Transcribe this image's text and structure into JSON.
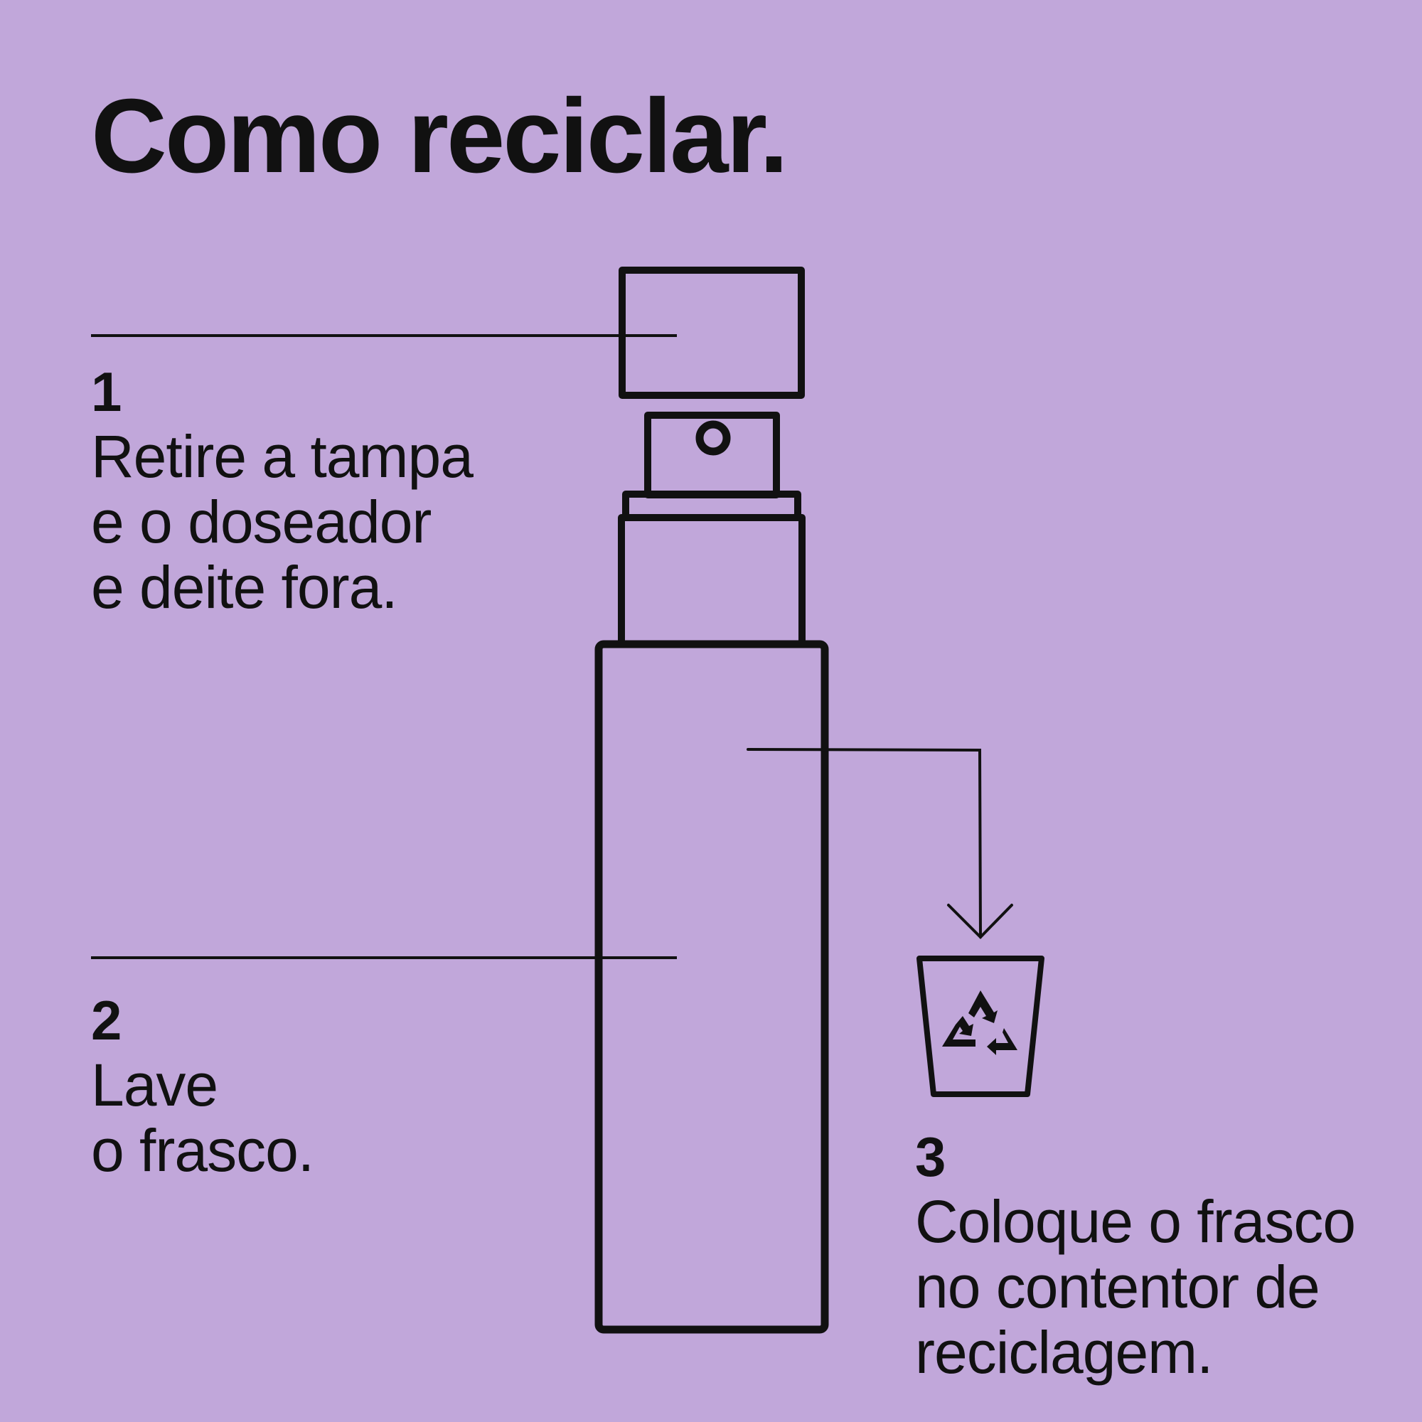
{
  "title": "Como reciclar.",
  "steps": [
    {
      "number": "1",
      "lines": [
        "Retire a tampa",
        "e o doseador",
        "e deite fora."
      ]
    },
    {
      "number": "2",
      "lines": [
        "Lave",
        "o frasco."
      ]
    },
    {
      "number": "3",
      "lines": [
        "Coloque o frasco",
        "no contentor de",
        "reciclagem."
      ]
    }
  ],
  "icons": {
    "bin": "recycling-bin-icon",
    "recycle": "recycle-arrows-icon",
    "arrow": "down-arrow-icon"
  },
  "colors": {
    "background": "#C1A7DA",
    "ink": "#111111"
  }
}
